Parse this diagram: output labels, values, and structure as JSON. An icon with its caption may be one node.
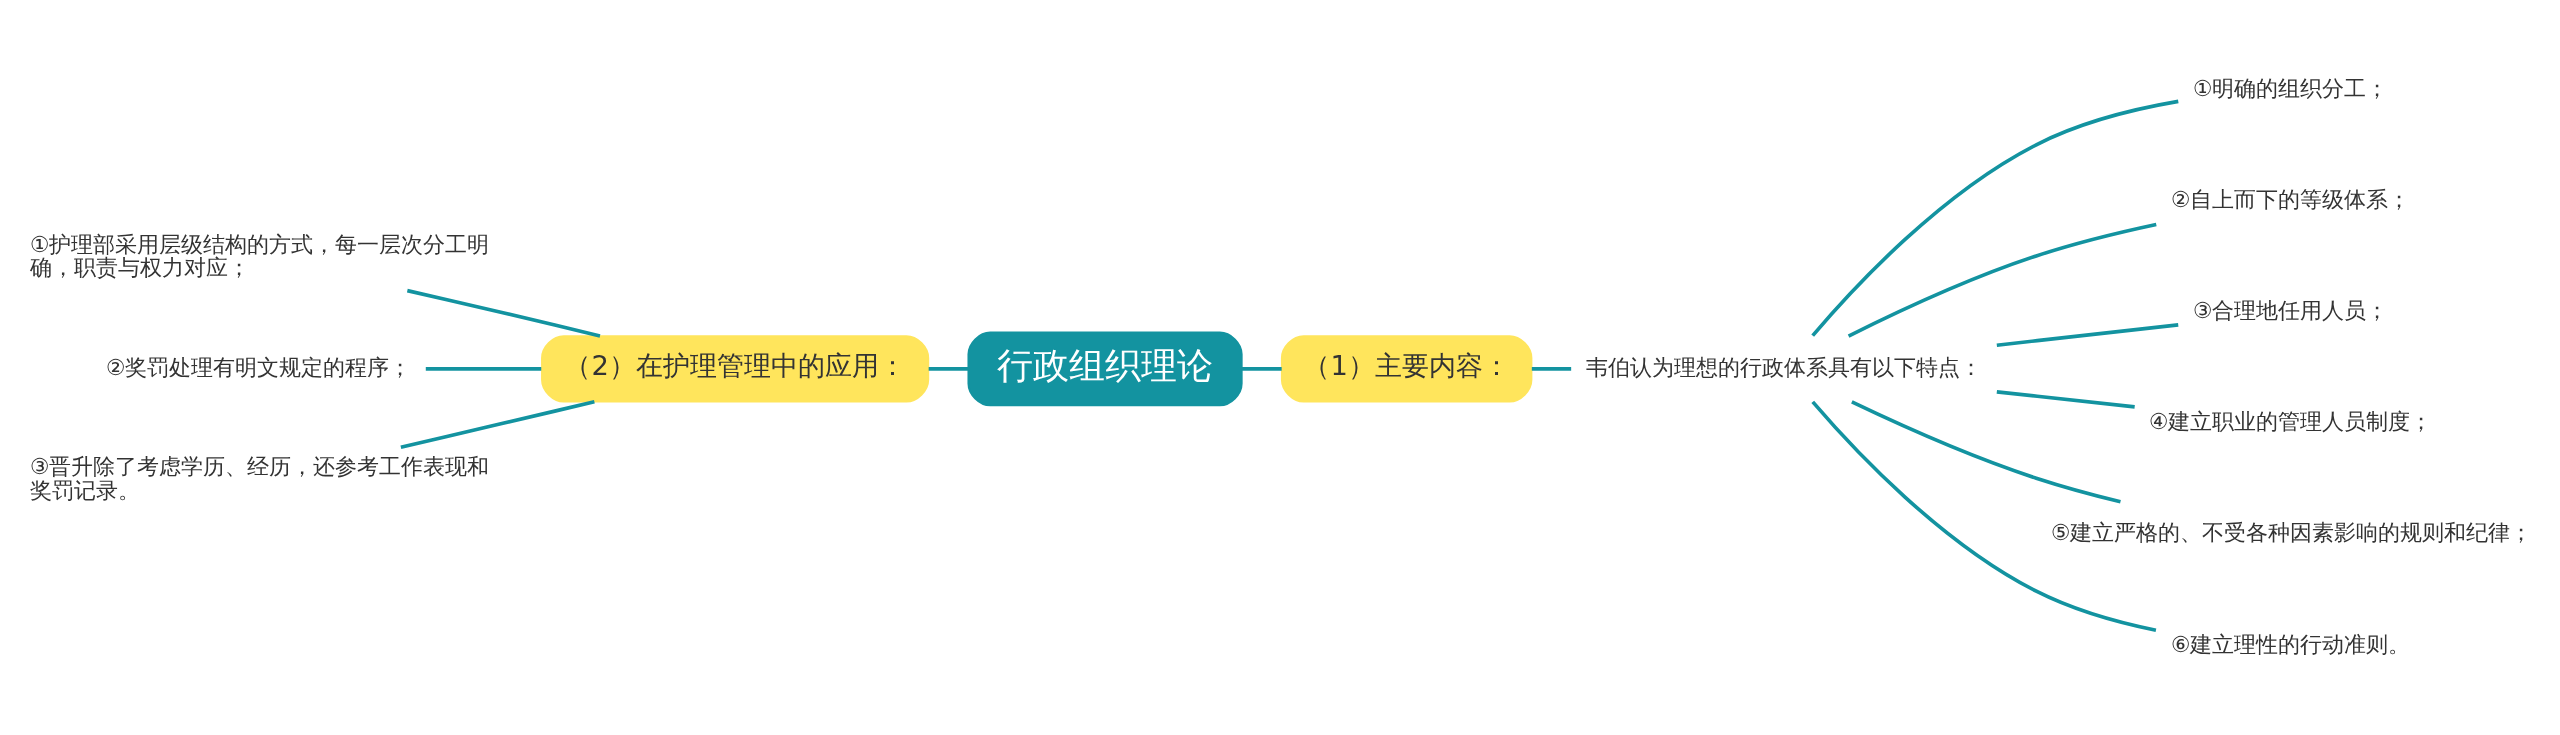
{
  "diagram": {
    "nodes": [
      {
        "text": [
          "行政组织理论"
        ]
      },
      {
        "text": [
          "（2）在护理管理中的应用："
        ]
      },
      {
        "text": [
          "①护理部采用层级结构的方式，每一层次分工明确，职责与权力对应；"
        ]
      },
      {
        "text": [
          "②奖罚处理有明文规定的程序；"
        ]
      },
      {
        "text": [
          "③晋升除了考虑学历、经历，还参考工作表现和奖罚记录。"
        ]
      },
      {
        "text": [
          "（1）主要内容："
        ]
      },
      {
        "text": [
          "韦伯认为理想的行政体系具有以下特点："
        ]
      },
      {
        "text": [
          "①明确的组织分工；"
        ]
      },
      {
        "text": [
          "②自上而下的等级体系；"
        ]
      },
      {
        "text": [
          "③合理地任用人员；"
        ]
      },
      {
        "text": [
          "④建立职业的管理人员制度；"
        ]
      },
      {
        "text": [
          "⑤建立严格的、不受各种因素影响的规则和纪律；"
        ]
      },
      {
        "text": [
          "⑥建立理性的行动准则。"
        ]
      }
    ],
    "edges": [
      {
        "from": 0,
        "to": 1,
        "arrow": "none"
      },
      {
        "from": 1,
        "to": 2,
        "arrow": "none"
      },
      {
        "from": 1,
        "to": 3,
        "arrow": "none"
      },
      {
        "from": 1,
        "to": 4,
        "arrow": "none"
      },
      {
        "from": 0,
        "to": 5,
        "arrow": "none"
      },
      {
        "from": 5,
        "to": 6,
        "arrow": "none"
      },
      {
        "from": 6,
        "to": 7,
        "arrow": "none"
      },
      {
        "from": 6,
        "to": 8,
        "arrow": "none"
      },
      {
        "from": 6,
        "to": 9,
        "arrow": "none"
      },
      {
        "from": 6,
        "to": 10,
        "arrow": "none"
      },
      {
        "from": 6,
        "to": 11,
        "arrow": "none"
      },
      {
        "from": 6,
        "to": 12,
        "arrow": "none"
      }
    ]
  }
}
